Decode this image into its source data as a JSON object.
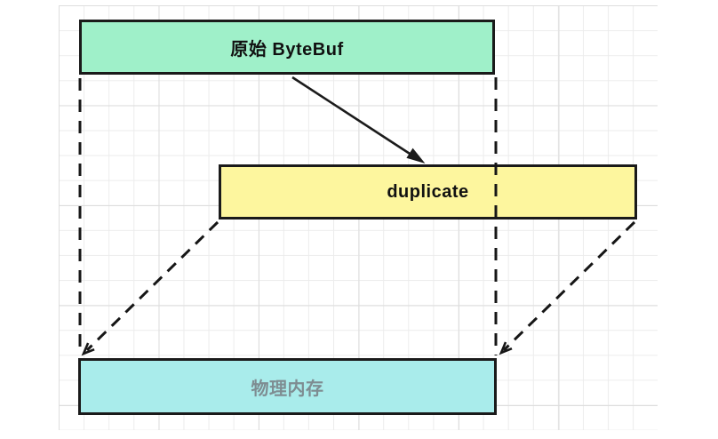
{
  "diagram": {
    "type": "flow-diagram",
    "topic": "ByteBuf duplicate view sharing physical memory",
    "nodes": [
      {
        "id": "original-bytebuf",
        "label": "原始 ByteBuf",
        "fill": "#9ff0c9",
        "text_color": "#111111",
        "border_color": "#1a1a1a"
      },
      {
        "id": "duplicate",
        "label": "duplicate",
        "fill": "#fdf69e",
        "text_color": "#111111",
        "border_color": "#1a1a1a"
      },
      {
        "id": "physical-memory",
        "label": "物理内存",
        "fill": "#a9eceb",
        "text_color": "#7e8c91",
        "border_color": "#1a1a1a"
      }
    ],
    "edges": [
      {
        "from": "original-bytebuf",
        "to": "duplicate",
        "type": "solid-arrow",
        "note": "original points to its duplicate view"
      },
      {
        "from": "original-bytebuf-left-edge",
        "to": "physical-memory-top-left",
        "type": "dashed-vertical"
      },
      {
        "from": "original-bytebuf-right-edge",
        "to": "physical-memory-top-right",
        "type": "dashed-vertical"
      },
      {
        "from": "duplicate-bottom-left",
        "to": "physical-memory-top-left",
        "type": "dashed-diagonal-arrow"
      },
      {
        "from": "duplicate-bottom-right",
        "to": "physical-memory-top-right",
        "type": "dashed-diagonal-arrow"
      }
    ],
    "grid": {
      "visible": true,
      "minor_color": "#ececec",
      "major_color": "#dddddd"
    }
  }
}
